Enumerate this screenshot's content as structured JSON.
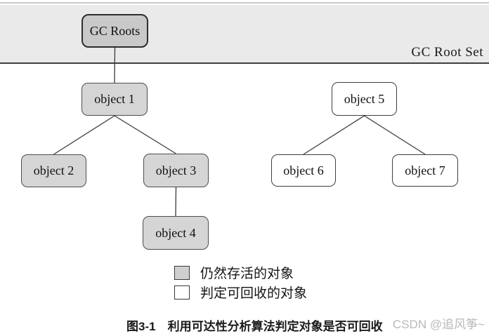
{
  "figure": {
    "caption": "图3-1　利用可达性分析算法判定对象是否可回收",
    "watermark": "CSDN @追风筝~"
  },
  "diagram": {
    "banner_label": "GC Root Set",
    "nodes": [
      {
        "id": "gc-roots",
        "label": "GC Roots",
        "type": "root"
      },
      {
        "id": "object1",
        "label": "object 1",
        "type": "alive"
      },
      {
        "id": "object2",
        "label": "object 2",
        "type": "alive"
      },
      {
        "id": "object3",
        "label": "object 3",
        "type": "alive"
      },
      {
        "id": "object4",
        "label": "object 4",
        "type": "alive"
      },
      {
        "id": "object5",
        "label": "object 5",
        "type": "recyclable"
      },
      {
        "id": "object6",
        "label": "object 6",
        "type": "recyclable"
      },
      {
        "id": "object7",
        "label": "object 7",
        "type": "recyclable"
      }
    ],
    "edges": [
      {
        "from": "gc-roots",
        "to": "object1"
      },
      {
        "from": "object1",
        "to": "object2"
      },
      {
        "from": "object1",
        "to": "object3"
      },
      {
        "from": "object3",
        "to": "object4"
      },
      {
        "from": "object5",
        "to": "object6"
      },
      {
        "from": "object5",
        "to": "object7"
      }
    ]
  },
  "legend": {
    "items": [
      {
        "swatch": "alive",
        "label": "仍然存活的对象"
      },
      {
        "swatch": "recyclable",
        "label": "判定可回收的对象"
      }
    ]
  },
  "colors": {
    "banner_bg": "#eaeaea",
    "root_fill": "#c9c9c9",
    "alive_fill": "#d5d5d5",
    "recyclable_fill": "#ffffff",
    "edge_line": "#3a3a3a",
    "caption_text": "#1a1a1a",
    "watermark_text": "#b9b9b9"
  }
}
